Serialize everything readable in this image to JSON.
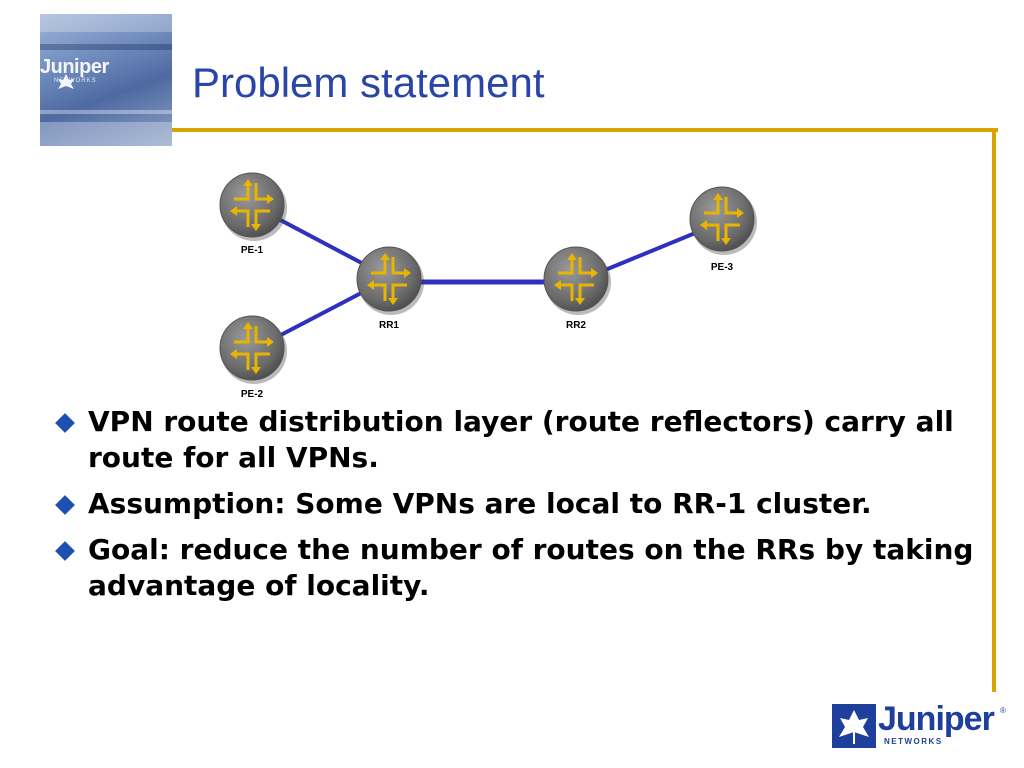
{
  "slide": {
    "title": "Problem statement",
    "bullets": [
      "VPN route distribution layer (route reflectors) carry all route for all VPNs.",
      "Assumption: Some VPNs are local to RR-1 cluster.",
      "Goal: reduce the number of routes on the RRs by taking advantage of locality."
    ]
  },
  "diagram": {
    "routers": [
      {
        "id": "pe1",
        "label": "PE-1"
      },
      {
        "id": "pe2",
        "label": "PE-2"
      },
      {
        "id": "rr1",
        "label": "RR1"
      },
      {
        "id": "rr2",
        "label": "RR2"
      },
      {
        "id": "pe3",
        "label": "PE-3"
      }
    ],
    "links": [
      [
        "pe1",
        "rr1"
      ],
      [
        "pe2",
        "rr1"
      ],
      [
        "rr1",
        "rr2"
      ],
      [
        "rr2",
        "pe3"
      ]
    ]
  },
  "branding": {
    "corner_logo_text": "Juniper",
    "corner_logo_sub": "NETWORKS",
    "footer_logo_text": "Juniper",
    "footer_logo_sub": "NETWORKS",
    "footer_logo_reg": "®"
  },
  "colors": {
    "title": "#2a45a8",
    "rule": "#d9a300",
    "link": "#3030c0",
    "bullet": "#1e4fb3",
    "router_body": "#6f6f6f",
    "router_arrows": "#e8b400"
  }
}
